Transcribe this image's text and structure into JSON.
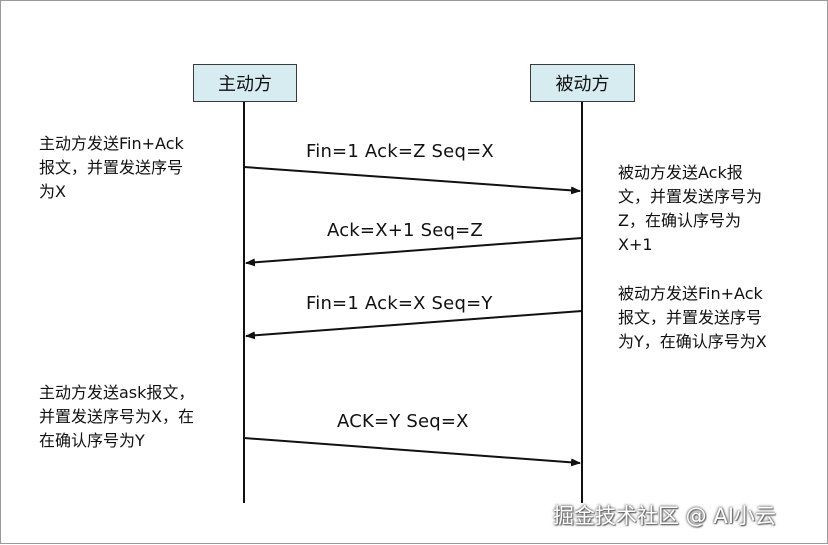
{
  "actors": {
    "active": "主动方",
    "passive": "被动方"
  },
  "messages": [
    {
      "label": "Fin=1  Ack=Z  Seq=X",
      "direction": "to-passive"
    },
    {
      "label": "Ack=X+1  Seq=Z",
      "direction": "to-active"
    },
    {
      "label": "Fin=1  Ack=X  Seq=Y",
      "direction": "to-active"
    },
    {
      "label": "ACK=Y  Seq=X",
      "direction": "to-passive"
    }
  ],
  "notes": {
    "left_1": [
      "主动方发送Fin+Ack",
      "报文，并置发送序号",
      "为X"
    ],
    "left_2": [
      "主动方发送ask报文，",
      "并置发送序号为X，在",
      "在确认序号为Y"
    ],
    "right_1": [
      "被动方发送Ack报",
      "文，并置发送序号为",
      "Z，在确认序号为",
      "X+1"
    ],
    "right_2": [
      "被动方发送Fin+Ack",
      "报文，并置发送序号",
      "为Y，在确认序号为X"
    ]
  },
  "watermark": "掘金技术社区 @ AI小云",
  "colors": {
    "actor_fill": "#d7ecf1",
    "line": "#111111"
  }
}
